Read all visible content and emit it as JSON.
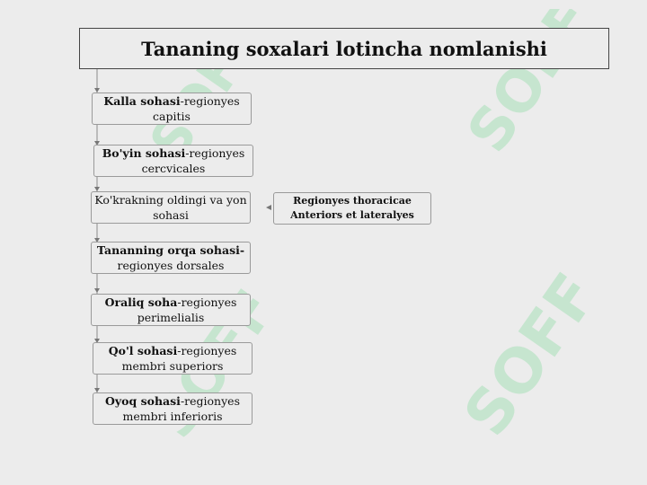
{
  "title": "Tananing soxalari lotincha nomlanishi",
  "watermark": "SOFF",
  "colors": {
    "background": "#ececec",
    "watermark": "#a8e0b8",
    "border": "#9a9a9a"
  },
  "regions": [
    {
      "name": "Kalla sohasi",
      "suffix": "-regionyes",
      "line2": "capitis"
    },
    {
      "name": "Bo'yin sohasi",
      "suffix": "-regionyes",
      "line2": "cercvicales"
    },
    {
      "name": "",
      "suffix": "Ko'krakning oldingi va yon",
      "line2": "sohasi"
    },
    {
      "name": "Tananning orqa sohasi",
      "suffix": "-",
      "line2": "regionyes dorsales"
    },
    {
      "name": "Oraliq soha",
      "suffix": "-regionyes",
      "line2": "perimelialis"
    },
    {
      "name": "Qo'l sohasi",
      "suffix": "-regionyes",
      "line2": "membri superiors"
    },
    {
      "name": "Oyoq sohasi",
      "suffix": "-regionyes",
      "line2": "membri inferioris"
    }
  ],
  "side_box": {
    "line1": "Regionyes thoracicae",
    "line2": "Anteriors et lateralyes"
  }
}
